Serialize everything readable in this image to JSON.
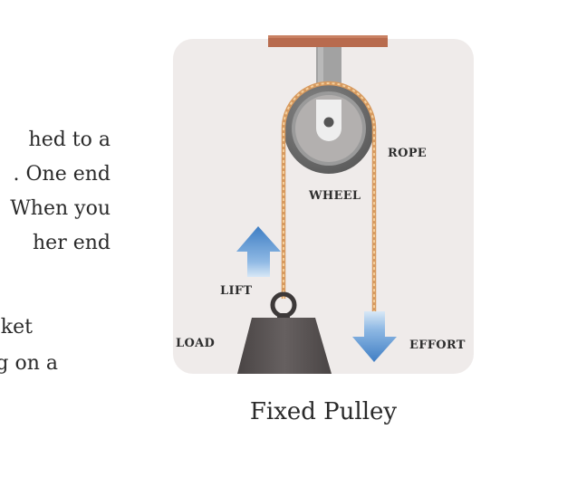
{
  "body_text": {
    "lines": [
      "hed to a",
      ". One end",
      "When you",
      "her end",
      "",
      "ket",
      "g on a"
    ]
  },
  "diagram": {
    "labels": {
      "rope": "ROPE",
      "wheel": "WHEEL",
      "lift": "LIFT",
      "load": "LOAD",
      "effort": "EFFORT"
    },
    "colors": {
      "panel_background": "#efebea",
      "beam": "#b86b4e",
      "bracket": "#9e9e9e",
      "wheel": "#6f6f6f",
      "rope": "#e7b680",
      "arrow": "#4a88c9",
      "load": "#565151"
    }
  },
  "caption": "Fixed Pulley"
}
